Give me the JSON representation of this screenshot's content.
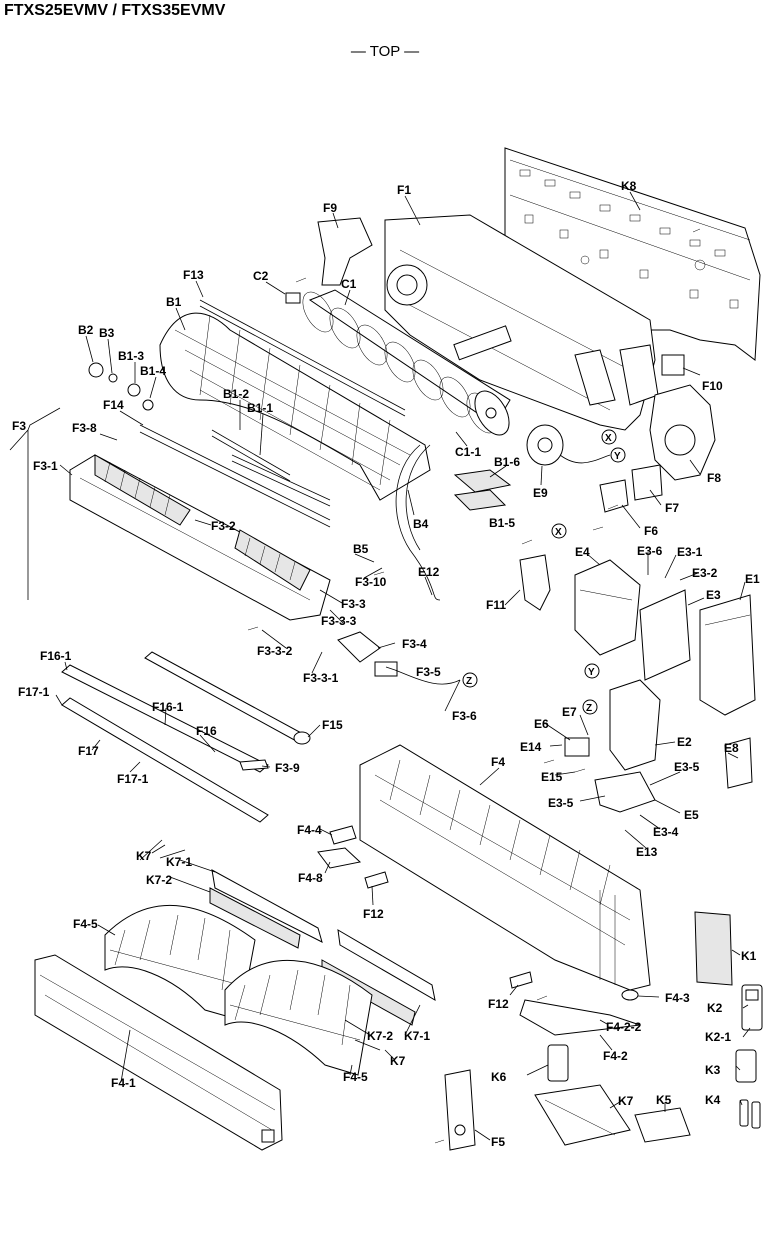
{
  "header": {
    "title": "FTXS25EVMV / FTXS35EVMV",
    "view": "— TOP —"
  },
  "labels": {
    "K8": "K8",
    "F1": "F1",
    "F9": "F9",
    "F13": "F13",
    "C2": "C2",
    "C1": "C1",
    "B1": "B1",
    "B2": "B2",
    "B3": "B3",
    "B1_3": "B1-3",
    "B1_4": "B1-4",
    "B1_2": "B1-2",
    "B1_1": "B1-1",
    "F14": "F14",
    "F3": "F3",
    "F3_8": "F3-8",
    "F3_1": "F3-1",
    "F3_2": "F3-2",
    "F10": "F10",
    "C1_1": "C1-1",
    "B1_6": "B1-6",
    "B1_5": "B1-5",
    "E9": "E9",
    "F8": "F8",
    "F7": "F7",
    "F6": "F6",
    "B4": "B4",
    "B5": "B5",
    "F3_10": "F3-10",
    "E12": "E12",
    "F3_3": "F3-3",
    "F3_3_3": "F3-3-3",
    "F3_3_2": "F3-3-2",
    "F3_3_1": "F3-3-1",
    "F3_4": "F3-4",
    "F3_5": "F3-5",
    "F3_6": "F3-6",
    "F11": "F11",
    "E4": "E4",
    "E3_6": "E3-6",
    "E3_1": "E3-1",
    "E3_2": "E3-2",
    "E1": "E1",
    "E3": "E3",
    "F16_1a": "F16-1",
    "F17_1a": "F17-1",
    "F16_1b": "F16-1",
    "F16": "F16",
    "F17": "F17",
    "F17_1b": "F17-1",
    "F15": "F15",
    "F3_9": "F3-9",
    "E6": "E6",
    "E7": "E7",
    "E14": "E14",
    "E2": "E2",
    "E15": "E15",
    "E8": "E8",
    "F4": "F4",
    "E3_5a": "E3-5",
    "E3_5b": "E3-5",
    "E5": "E5",
    "E3_4": "E3-4",
    "E13": "E13",
    "F4_4": "F4-4",
    "F4_8": "F4-8",
    "F12a": "F12",
    "K7a": "K7",
    "K7_1a": "K7-1",
    "K7_2a": "K7-2",
    "F4_5a": "F4-5",
    "K1": "K1",
    "F12b": "F12",
    "F4_3": "F4-3",
    "F4_2_2": "F4-2-2",
    "K2": "K2",
    "K2_1": "K2-1",
    "F4_2": "F4-2",
    "K7_2b": "K7-2",
    "K7_1b": "K7-1",
    "K7b": "K7",
    "K6": "K6",
    "K3": "K3",
    "F4_5b": "F4-5",
    "F4_1": "F4-1",
    "K7c": "K7",
    "K5": "K5",
    "K4": "K4",
    "F5": "F5",
    "markX1": "X",
    "markX2": "X",
    "markY1": "Y",
    "markY2": "Y",
    "markZ1": "Z",
    "markZ2": "Z"
  }
}
